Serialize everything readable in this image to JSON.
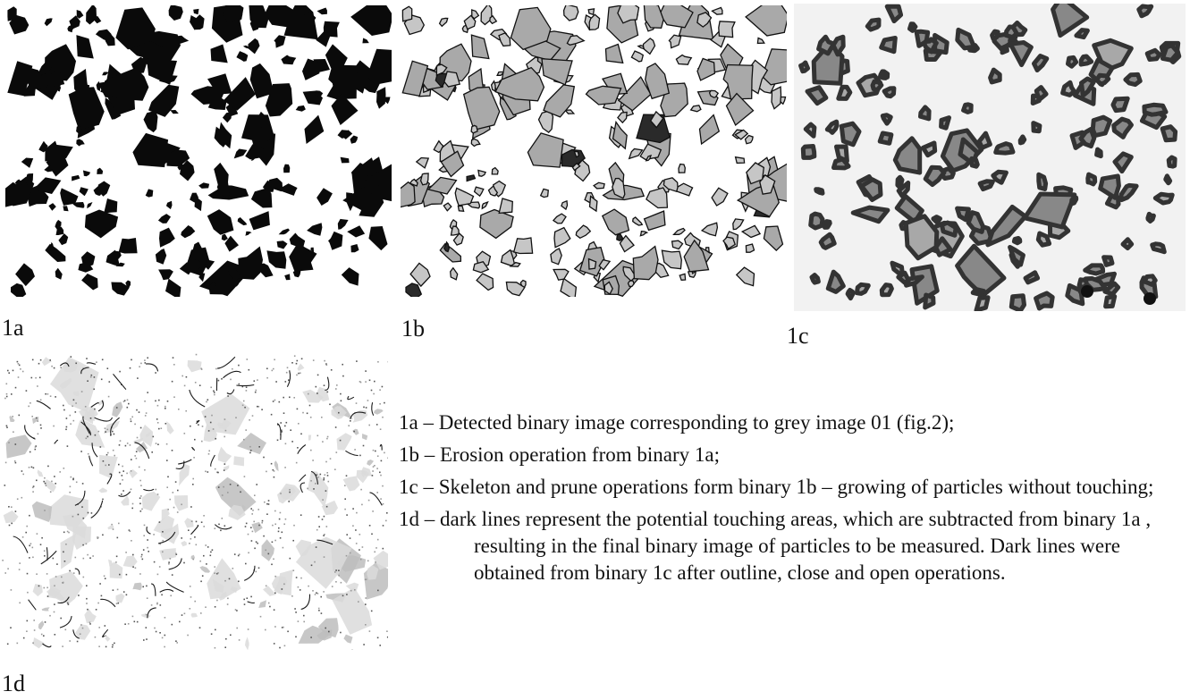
{
  "panels": [
    {
      "id": "1a",
      "label": "1a"
    },
    {
      "id": "1b",
      "label": "1b"
    },
    {
      "id": "1c",
      "label": "1c"
    },
    {
      "id": "1d",
      "label": "1d"
    }
  ],
  "captions": [
    {
      "key": "1a",
      "text": " – Detected binary image corresponding to grey image 01 (fig.2);"
    },
    {
      "key": "1b",
      "text": " – Erosion operation from binary 1a;"
    },
    {
      "key": "1c",
      "text": " – Skeleton and prune operations form binary 1b – growing of particles without touching;"
    },
    {
      "key": "1d",
      "text": " – dark lines represent the potential touching areas, which are subtracted from binary 1a , resulting in the final binary image of particles to be measured. Dark lines were obtained from binary 1c after outline, close and open operations."
    }
  ],
  "colors": {
    "ink": "#111111",
    "grain_fill_1b": "#b8b8b8",
    "grain_fill_1c": "#8c8c8c",
    "grain_border_1c": "#3a3a3a",
    "grain_fill_1d": "#d2d2d2"
  }
}
